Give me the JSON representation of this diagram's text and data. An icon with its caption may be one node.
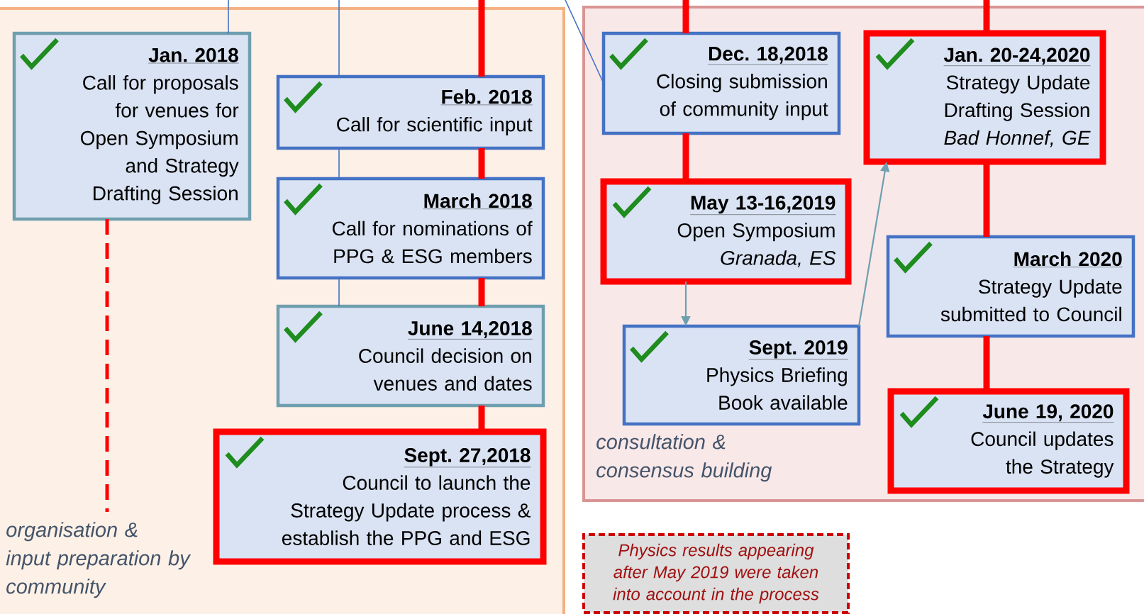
{
  "diagram": {
    "nodes": [
      {
        "text": [
          "organisation & input preparation by community"
        ]
      },
      {
        "text": [
          "consultation & consensus building"
        ]
      },
      {
        "text": [
          "Jan. 2018",
          "Call for proposals for venues for Open Symposium and Strategy Drafting Session"
        ],
        "in": 0
      },
      {
        "text": [
          "Feb. 2018",
          "Call for scientific input"
        ],
        "in": 0
      },
      {
        "text": [
          "March 2018",
          "Call for nominations of PPG & ESG members"
        ],
        "in": 0
      },
      {
        "text": [
          "June 14,2018",
          "Council decision on venues and dates"
        ],
        "in": 0
      },
      {
        "text": [
          "Sept. 27,2018",
          "Council to launch the Strategy Update process & establish the PPG and ESG"
        ],
        "in": 0
      },
      {
        "text": [
          "Dec. 18,2018",
          "Closing submission of community input"
        ],
        "in": 1
      },
      {
        "text": [
          "May 13-16,2019",
          "Open Symposium",
          "Granada, ES"
        ],
        "in": 1
      },
      {
        "text": [
          "Sept. 2019",
          "Physics Briefing Book available"
        ],
        "in": 1
      },
      {
        "text": [
          "Jan. 20-24,2020",
          "Strategy Update Drafting Session",
          "Bad Honnef, GE"
        ],
        "in": 1
      },
      {
        "text": [
          "March 2020",
          "Strategy Update submitted to Council"
        ],
        "in": 1
      },
      {
        "text": [
          "June 19, 2020",
          "Council updates the Strategy"
        ],
        "in": 1
      },
      {
        "text": [
          "Physics results appearing after May 2019 were taken into account in the process"
        ]
      }
    ],
    "edges": [
      {
        "from": null,
        "to": 2,
        "arrow": "none",
        "color": "#4472c4"
      },
      {
        "from": null,
        "to": 3,
        "arrow": "none",
        "color": "#4472c4"
      },
      {
        "from": 3,
        "to": 4,
        "arrow": "none",
        "color": "#4472c4"
      },
      {
        "from": 4,
        "to": 5,
        "arrow": "none",
        "color": "#4472c4"
      },
      {
        "from": null,
        "to": 3,
        "arrow": "none"
      },
      {
        "from": 3,
        "to": 4,
        "arrow": "none"
      },
      {
        "from": 4,
        "to": 5,
        "arrow": "none"
      },
      {
        "from": 5,
        "to": 6,
        "arrow": "none"
      },
      {
        "from": 2,
        "to": null,
        "arrow": "none",
        "style": "dashed"
      },
      {
        "from": null,
        "to": 7,
        "arrow": "none",
        "color": "#4472c4"
      },
      {
        "from": null,
        "to": 7,
        "arrow": "none"
      },
      {
        "from": 7,
        "to": 8,
        "arrow": "none"
      },
      {
        "from": 8,
        "to": 9,
        "arrow": "to",
        "color": "#6f9faf"
      },
      {
        "from": 9,
        "to": 10,
        "arrow": "to",
        "color": "#6f9faf"
      },
      {
        "from": null,
        "to": 10,
        "arrow": "none"
      },
      {
        "from": 10,
        "to": 11,
        "arrow": "none"
      },
      {
        "from": 11,
        "to": 12,
        "arrow": "none"
      }
    ]
  }
}
